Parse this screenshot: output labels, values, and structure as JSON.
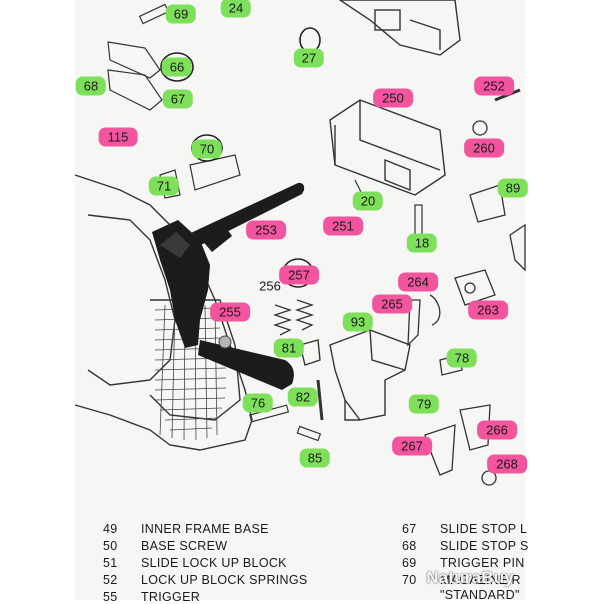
{
  "photo": {
    "part_labels": [
      {
        "text": "69",
        "hl": "green"
      },
      {
        "text": "24",
        "hl": "green"
      },
      {
        "text": "66",
        "hl": "green"
      },
      {
        "text": "27",
        "hl": "green"
      },
      {
        "text": "68",
        "hl": "green"
      },
      {
        "text": "67",
        "hl": "green"
      },
      {
        "text": "250",
        "hl": "pink"
      },
      {
        "text": "252",
        "hl": "pink"
      },
      {
        "text": "115",
        "hl": "pink"
      },
      {
        "text": "70",
        "hl": "green"
      },
      {
        "text": "260",
        "hl": "pink"
      },
      {
        "text": "71",
        "hl": "green"
      },
      {
        "text": "20",
        "hl": "green"
      },
      {
        "text": "89",
        "hl": "green"
      },
      {
        "text": "253",
        "hl": "pink"
      },
      {
        "text": "251",
        "hl": "pink"
      },
      {
        "text": "18",
        "hl": "green"
      },
      {
        "text": "257",
        "hl": "pink"
      },
      {
        "text": "256",
        "hl": "none"
      },
      {
        "text": "264",
        "hl": "pink"
      },
      {
        "text": "255",
        "hl": "pink"
      },
      {
        "text": "265",
        "hl": "pink"
      },
      {
        "text": "263",
        "hl": "pink"
      },
      {
        "text": "93",
        "hl": "green"
      },
      {
        "text": "81",
        "hl": "green"
      },
      {
        "text": "78",
        "hl": "green"
      },
      {
        "text": "82",
        "hl": "green"
      },
      {
        "text": "76",
        "hl": "green"
      },
      {
        "text": "79",
        "hl": "green"
      },
      {
        "text": "266",
        "hl": "pink"
      },
      {
        "text": "267",
        "hl": "pink"
      },
      {
        "text": "85",
        "hl": "green"
      },
      {
        "text": "268",
        "hl": "pink"
      }
    ],
    "legend_left": [
      {
        "num": "49",
        "name": "INNER FRAME BASE"
      },
      {
        "num": "50",
        "name": "BASE SCREW"
      },
      {
        "num": "51",
        "name": "SLIDE LOCK UP BLOCK"
      },
      {
        "num": "52",
        "name": "LOCK UP BLOCK SPRINGS"
      },
      {
        "num": "55",
        "name": "TRIGGER"
      }
    ],
    "legend_right": [
      {
        "num": "67",
        "name": "SLIDE STOP L"
      },
      {
        "num": "68",
        "name": "SLIDE STOP S"
      },
      {
        "num": "69",
        "name": "TRIGGER PIN"
      },
      {
        "num": "70",
        "name": "MAGAZINE R"
      },
      {
        "num": "",
        "name": "\"STANDARD\""
      }
    ],
    "watermark": "NaturaBuy"
  },
  "colors": {
    "highlight_green": "#7ee05a",
    "highlight_pink": "#f2559e",
    "part_black": "#1c1c1c",
    "paper": "#f6f6f4"
  }
}
